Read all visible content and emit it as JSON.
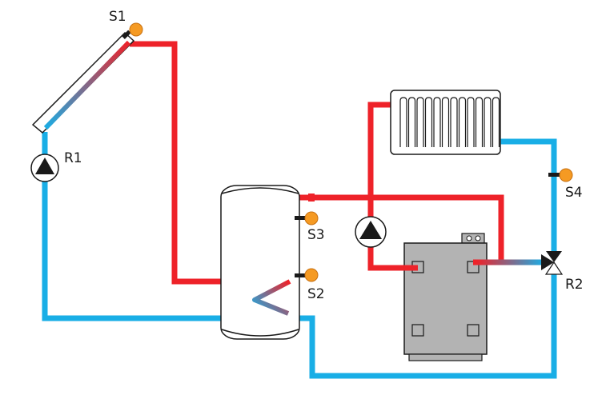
{
  "labels": {
    "s1": "S1",
    "s2": "S2",
    "s3": "S3",
    "s4": "S4",
    "r1": "R1",
    "r2": "R2"
  },
  "colors": {
    "hot": "#ee2229",
    "cold": "#19aee6",
    "sensor": "#f59a23",
    "appliance": "#b3b3b3",
    "outline": "#1a1a1a"
  }
}
